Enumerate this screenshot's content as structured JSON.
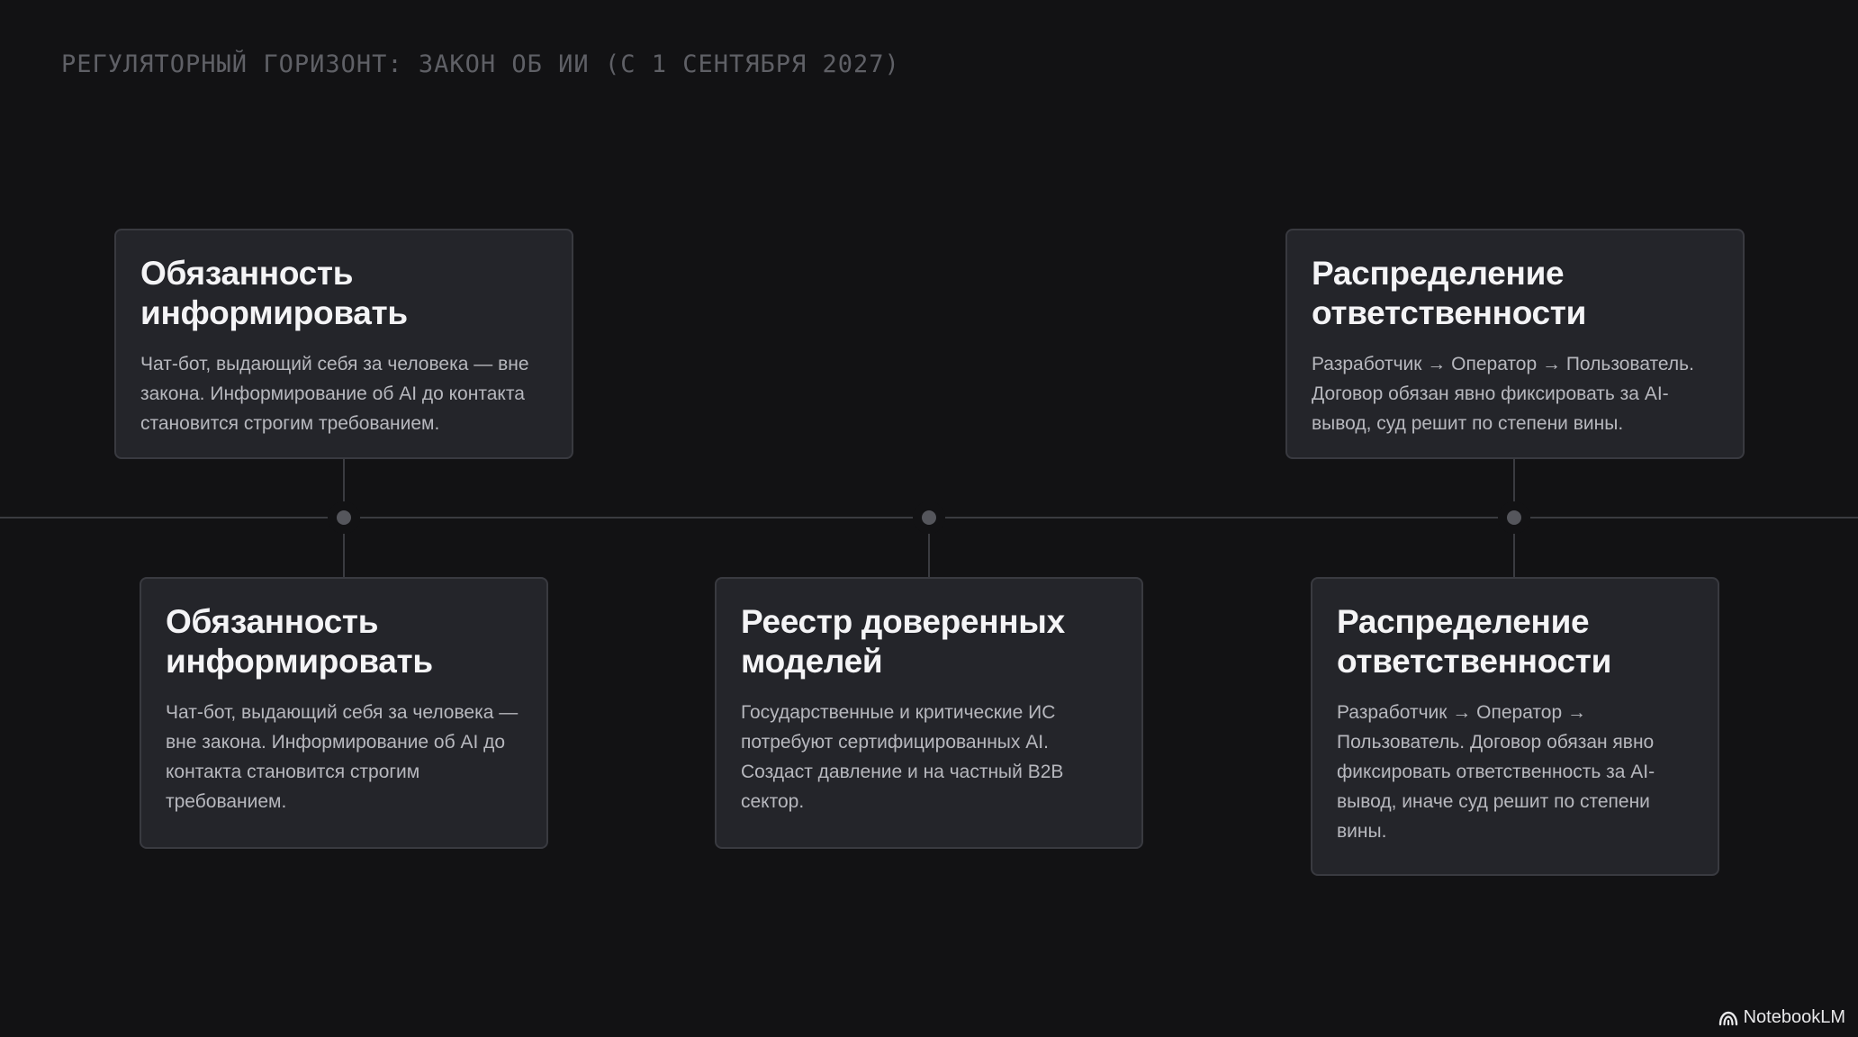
{
  "header": {
    "title": "РЕГУЛЯТОРНЫЙ ГОРИЗОНТ: ЗАКОН ОБ ИИ (С 1 СЕНТЯБРЯ 2027)"
  },
  "cards": [
    {
      "title": "Обязанность информировать",
      "body": "Чат-бот, выдающий себя за человека — вне закона. Информирование об AI до контакта становится строгим требованием."
    },
    {
      "title": "Распределение ответственности",
      "body": "Разработчик → Оператор → Пользователь. Договор обязан явно фиксировать за AI-вывод, суд решит по степени вины."
    },
    {
      "title": "Обязанность информировать",
      "body": "Чат-бот, выдающий себя за человека — вне закона. Информирование об AI до контакта становится строгим требованием."
    },
    {
      "title": "Реестр доверенных моделей",
      "body": "Государственные и критические ИС потребуют сертифицированных AI. Создаст давление и на частный B2B сектор."
    },
    {
      "title": "Распределение ответственности",
      "body": "Разработчик → Оператор → Пользователь. Договор обязан явно фиксировать ответственность за AI-вывод, иначе суд решит по степени вины."
    }
  ],
  "brand": {
    "label": "NotebookLM",
    "icon": "notebooklm-logo-icon"
  },
  "colors": {
    "background": "#121214",
    "card": "#24252a",
    "card_border": "#393a40",
    "timeline": "#3a3b40",
    "title_muted": "#5f6066"
  }
}
